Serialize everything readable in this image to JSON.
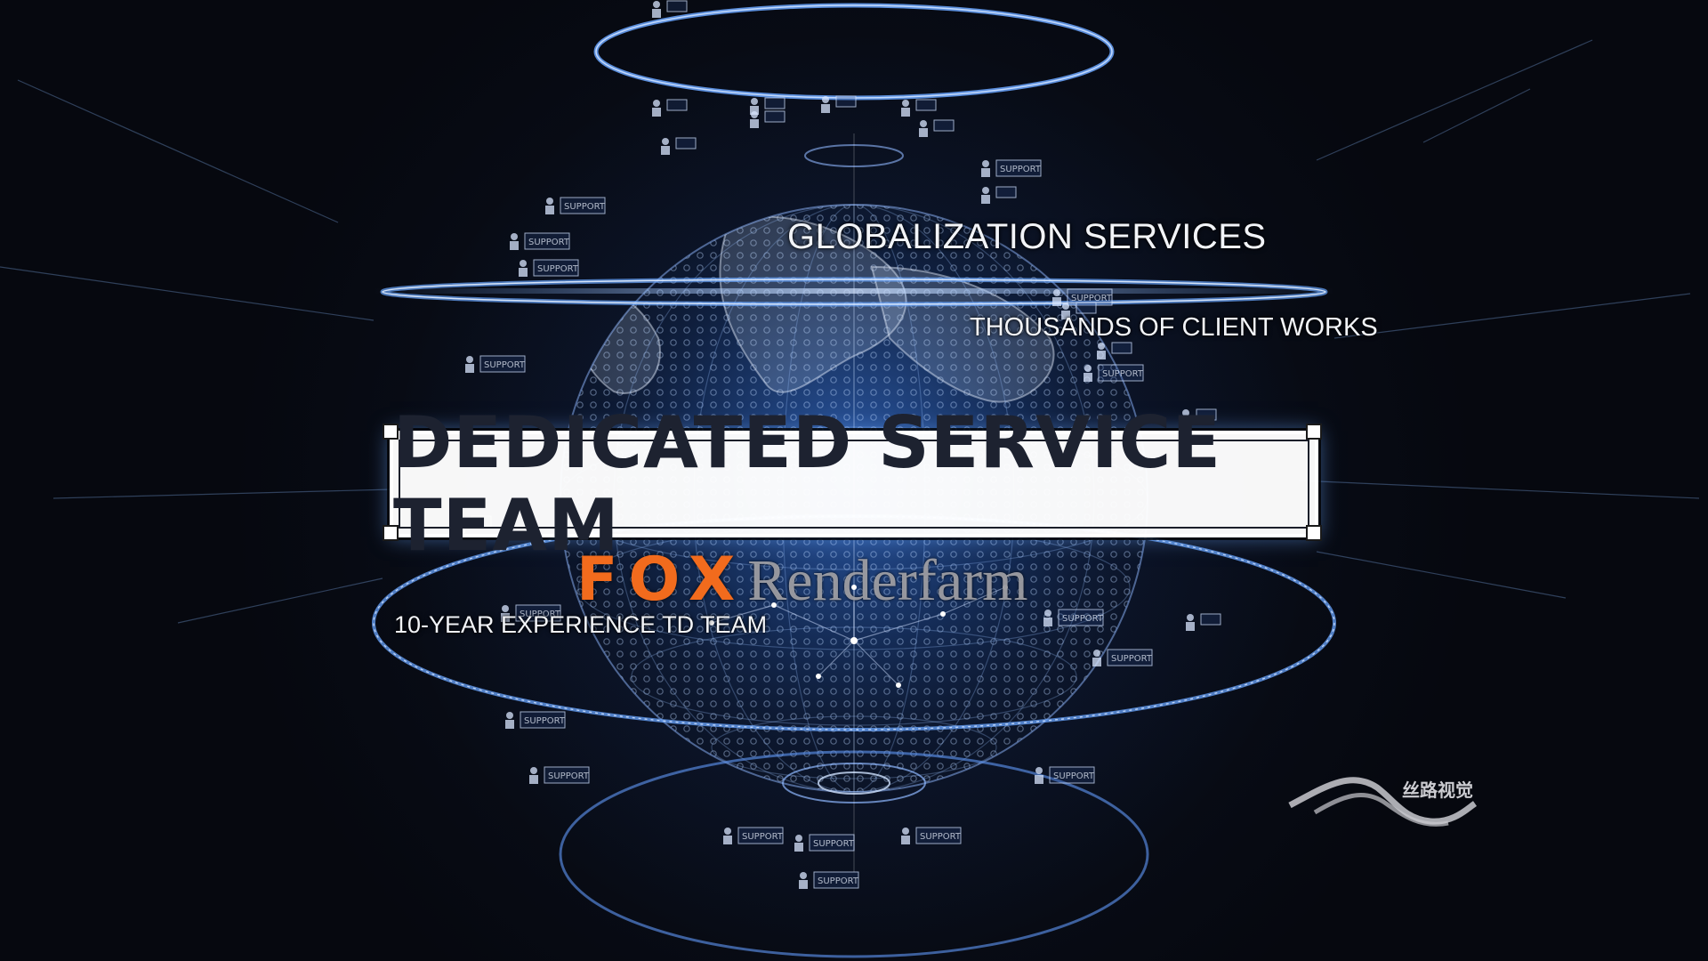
{
  "headline": "DEDICATED SERVICE TEAM",
  "captions": {
    "globalization": "GLOBALIZATION SERVICES",
    "thousands": "THOUSANDS OF CLIENT WORKS",
    "experience": "10-YEAR EXPERIENCE TD TEAM"
  },
  "brand": {
    "fox": "FOX",
    "renderfarm": "Renderfarm"
  },
  "support_label": "SUPPORT",
  "watermark": {
    "text": "丝路视觉"
  },
  "colors": {
    "background": "#05070d",
    "globe_glow": "#3f7fe6",
    "ring": "#6aa6ff",
    "brand_orange": "#f26b1d",
    "headline_text": "#1d2230"
  }
}
